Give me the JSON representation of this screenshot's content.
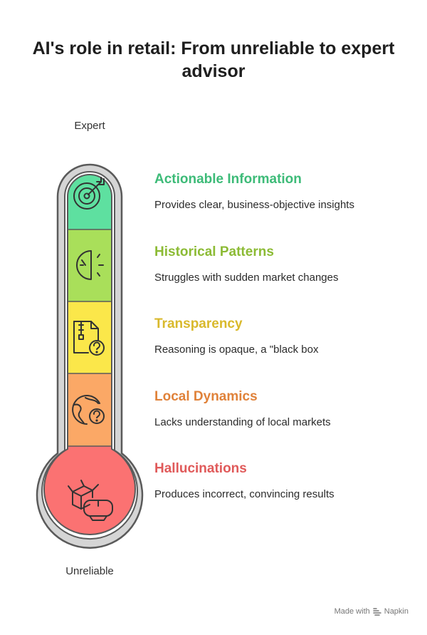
{
  "title": "AI's role in retail: From unreliable to expert advisor",
  "scale": {
    "top_label": "Expert",
    "bottom_label": "Unreliable"
  },
  "levels": [
    {
      "title": "Actionable Information",
      "description": "Provides clear, business-objective insights",
      "icon": "target-icon",
      "color": "#3dbb78",
      "fill": "#5ee0a0"
    },
    {
      "title": "Historical Patterns",
      "description": "Struggles with sudden market changes",
      "icon": "half-clock-icon",
      "color": "#8cbb35",
      "fill": "#a9df5a"
    },
    {
      "title": "Transparency",
      "description": "Reasoning is opaque, a \"black box",
      "icon": "file-question-icon",
      "color": "#d9b92c",
      "fill": "#fbe74a"
    },
    {
      "title": "Local Dynamics",
      "description": "Lacks understanding of local markets",
      "icon": "globe-question-icon",
      "color": "#e0823a",
      "fill": "#fba866"
    },
    {
      "title": "Hallucinations",
      "description": "Produces incorrect, convincing results",
      "icon": "box-vr-headset-icon",
      "color": "#e05a5a",
      "fill": "#fb7272"
    }
  ],
  "footer": {
    "made_with": "Made with",
    "brand": "Napkin",
    "brand_icon": "napkin-logo-icon"
  }
}
